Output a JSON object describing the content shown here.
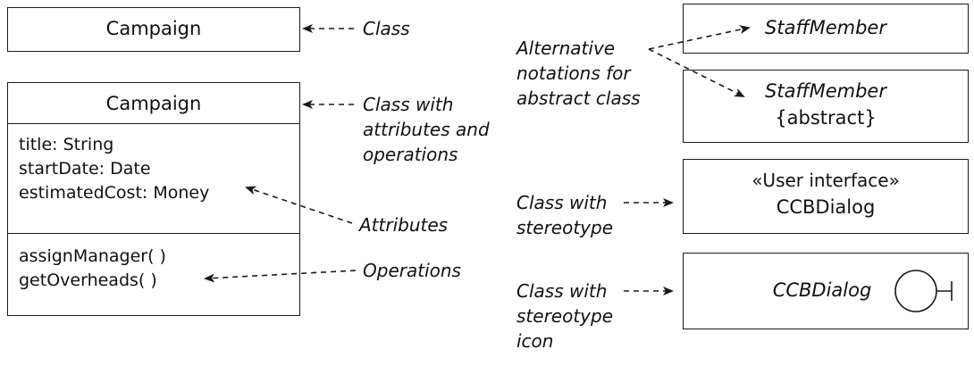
{
  "classes": {
    "simple": {
      "name": "Campaign"
    },
    "detailed": {
      "name": "Campaign",
      "attributes": [
        "title: String",
        "startDate: Date",
        "estimatedCost: Money"
      ],
      "operations": [
        "assignManager( )",
        "getOverheads( )"
      ]
    },
    "abstract_italic": {
      "name": "StaffMember"
    },
    "abstract_tagged": {
      "name": "StaffMember",
      "tag": "{abstract}"
    },
    "stereotyped": {
      "stereotype": "«User interface»",
      "name": "CCBDialog"
    },
    "icon_class": {
      "name": "CCBDialog",
      "icon": "boundary-icon"
    }
  },
  "labels": {
    "class": "Class",
    "class_with_attr_ops": [
      "Class with",
      "attributes and",
      "operations"
    ],
    "attributes": "Attributes",
    "operations": "Operations",
    "alternative": [
      "Alternative",
      "notations for",
      "abstract class"
    ],
    "class_with_stereotype": [
      "Class with",
      "stereotype"
    ],
    "class_with_stereotype_icon": [
      "Class with",
      "stereotype",
      "icon"
    ]
  }
}
